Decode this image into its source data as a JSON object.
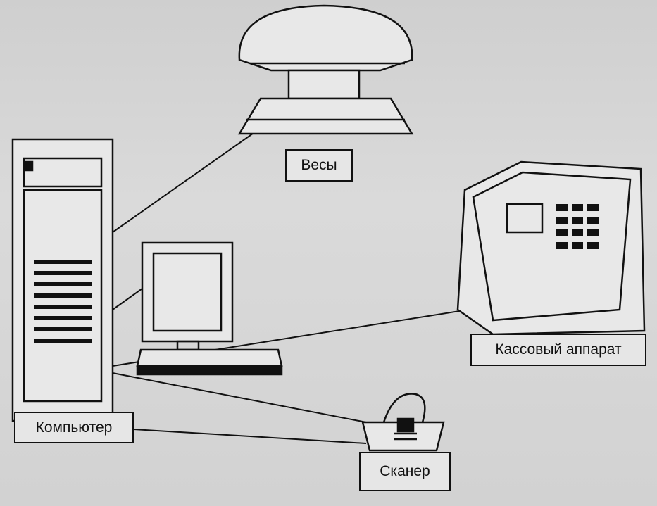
{
  "diagram": {
    "nodes": [
      {
        "id": "scale",
        "label": "Весы"
      },
      {
        "id": "cash_register",
        "label": "Кассовый аппарат"
      },
      {
        "id": "computer",
        "label": "Компьютер"
      },
      {
        "id": "scanner",
        "label": "Сканер"
      }
    ],
    "edges": [
      {
        "from": "computer",
        "to": "scale"
      },
      {
        "from": "computer",
        "to": "cash_register"
      },
      {
        "from": "computer",
        "to": "scanner"
      },
      {
        "from": "computer",
        "to": "monitor"
      }
    ]
  }
}
